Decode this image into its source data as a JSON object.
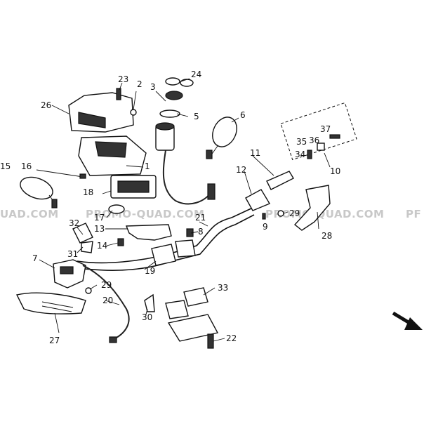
{
  "watermark": {
    "left": "UAD.COM",
    "center": "PROMO-QUAD.COM",
    "right": "PROMO-QUAD.COM",
    "edge": "PF"
  },
  "callouts": {
    "c1": "1",
    "c2": "2",
    "c3": "3",
    "c5": "5",
    "c6": "6",
    "c7": "7",
    "c8": "8",
    "c9": "9",
    "c10": "10",
    "c11": "11",
    "c12": "12",
    "c13": "13",
    "c14": "14",
    "c15": "15",
    "c16": "16",
    "c17": "17",
    "c18": "18",
    "c19": "19",
    "c20": "20",
    "c21": "21",
    "c22": "22",
    "c23": "23",
    "c24": "24",
    "c26": "26",
    "c27": "27",
    "c28": "28",
    "c29a": "29",
    "c29b": "29",
    "c30": "30",
    "c31": "31",
    "c32": "32",
    "c33": "33",
    "c34": "34",
    "c35": "35",
    "c36": "36",
    "c37": "37"
  },
  "colors": {
    "line": "#111111",
    "watermark": "#c8c8c8",
    "background": "#ffffff"
  },
  "icons": {
    "direction": "arrow-down-right-icon"
  }
}
